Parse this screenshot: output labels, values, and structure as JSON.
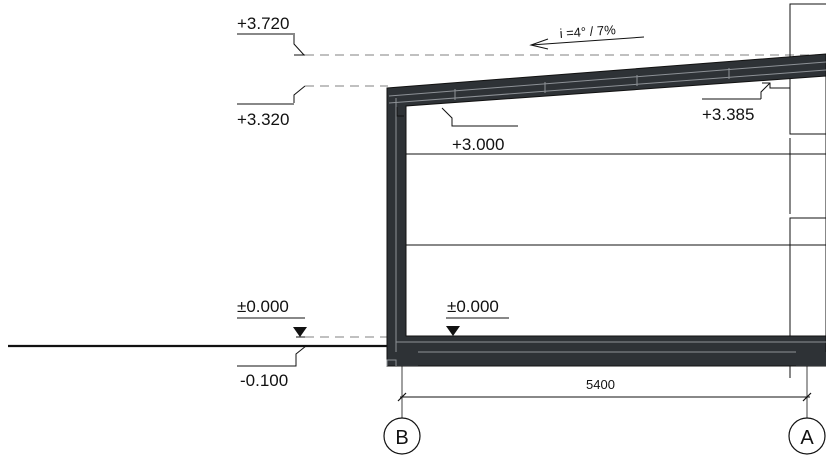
{
  "levels": {
    "top_ridge": "+3.720",
    "eave": "+3.320",
    "ceiling": "+3.000",
    "ceiling_right": "+3.385",
    "ground_left": "±0.000",
    "floor_inside": "±0.000",
    "terrain": "-0.100"
  },
  "slope": "i =4° / 7%",
  "dimension": "5400",
  "axes": {
    "left": "B",
    "right": "A"
  },
  "colors": {
    "structure": "#2e3236",
    "line": "#111111",
    "dash": "#9a9a9a"
  }
}
